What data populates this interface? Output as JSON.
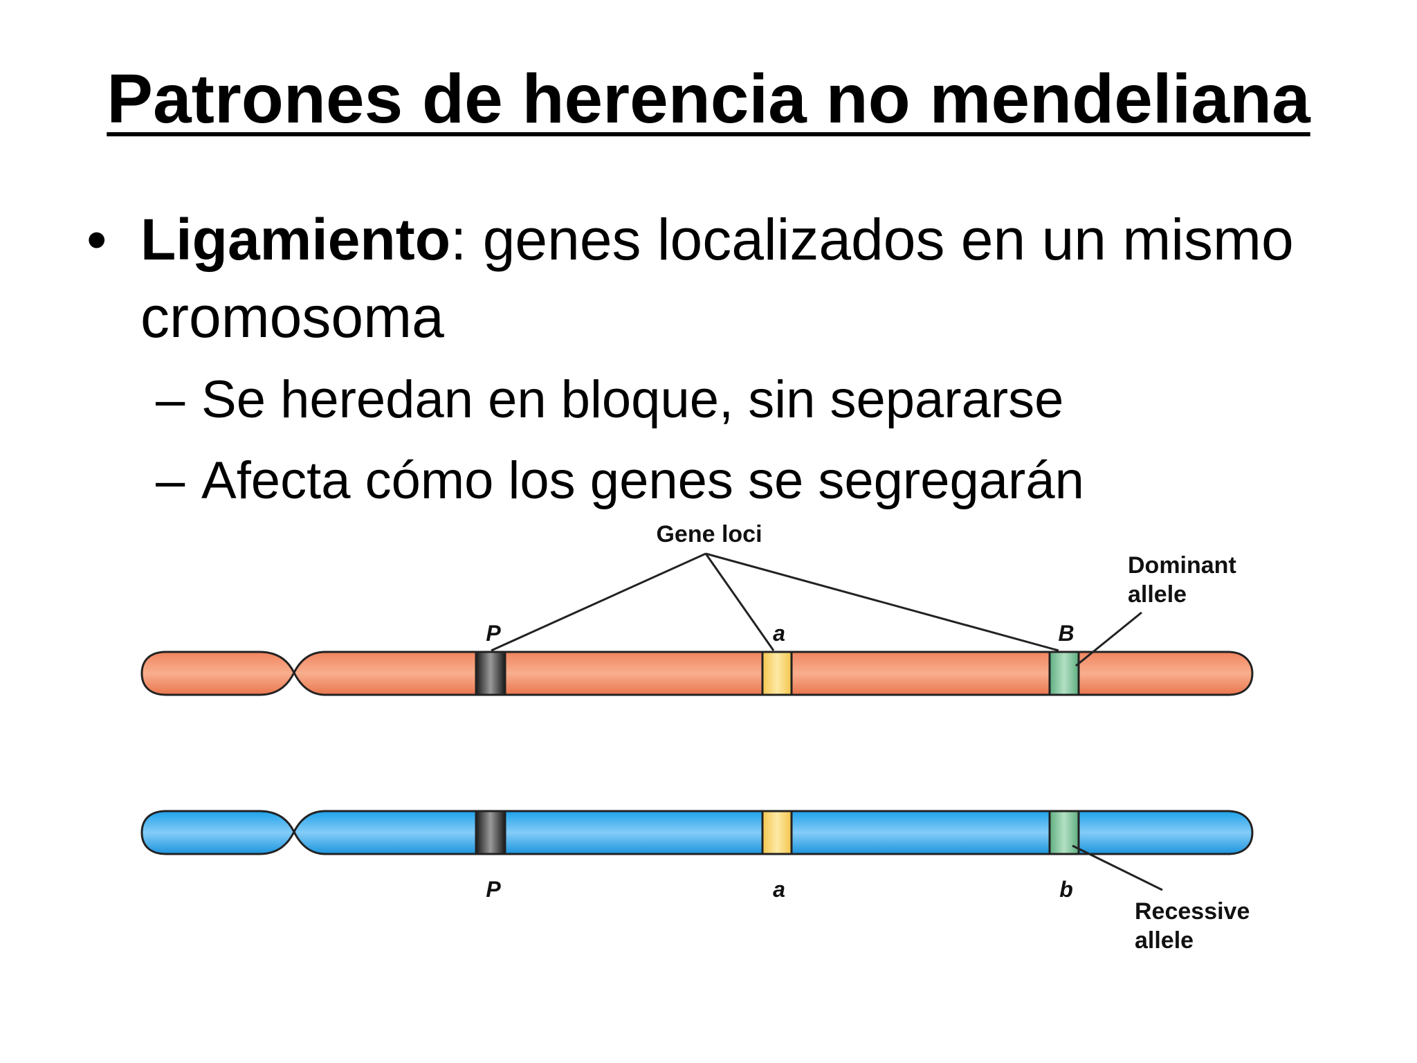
{
  "slide": {
    "title": "Patrones de herencia no mendeliana",
    "bullet": {
      "term": "Ligamiento",
      "text": ": genes localizados en un mismo cromosoma"
    },
    "subbullets": [
      "Se heredan en bloque, sin separarse",
      "Afecta cómo los genes se segregarán"
    ]
  },
  "diagram": {
    "gene_loci_label": "Gene loci",
    "dominant_label_1": "Dominant",
    "dominant_label_2": "allele",
    "recessive_label_1": "Recessive",
    "recessive_label_2": "allele",
    "top_chromosome": {
      "color": "#f5a27f",
      "loci": [
        "P",
        "a",
        "B"
      ]
    },
    "bottom_chromosome": {
      "color": "#4fb3ee",
      "loci": [
        "P",
        "a",
        "b"
      ]
    },
    "band_colors": {
      "P": "#3a3a3a",
      "a": "#f7d36b",
      "B": "#7cc49a"
    }
  }
}
